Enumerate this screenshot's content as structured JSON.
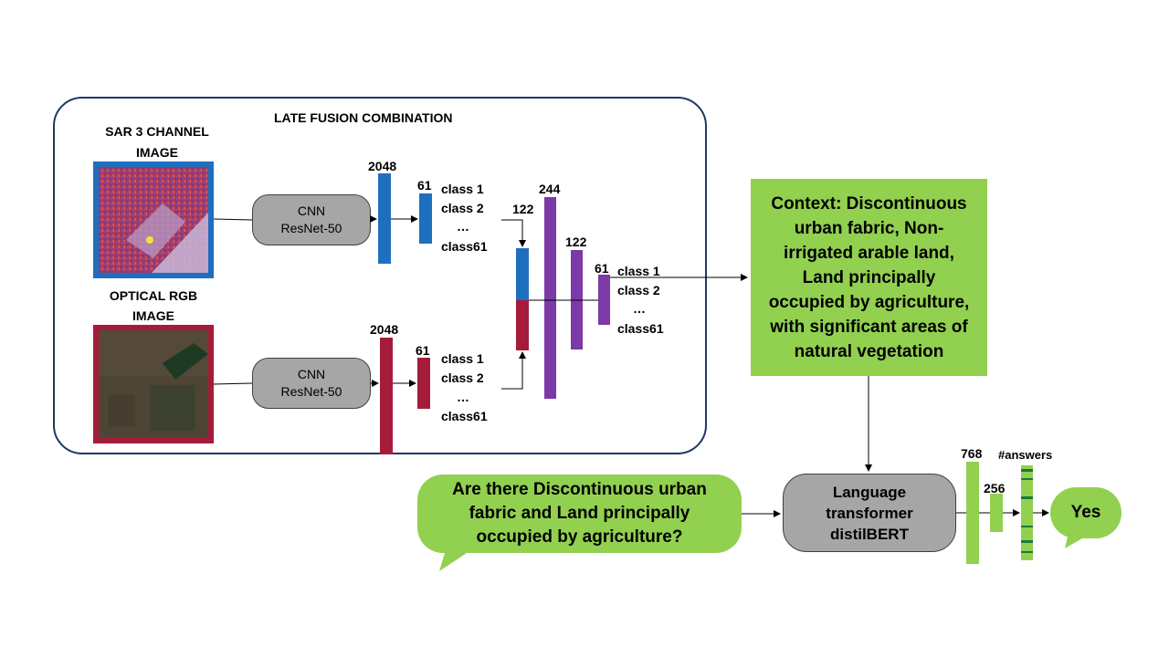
{
  "fusion": {
    "title": "LATE FUSION COMBINATION"
  },
  "sar": {
    "title_line1": "SAR 3 CHANNEL",
    "title_line2": "IMAGE"
  },
  "optical": {
    "title_line1": "OPTICAL  RGB",
    "title_line2": "IMAGE"
  },
  "cnn": {
    "line1": "CNN",
    "line2": "ResNet-50"
  },
  "dims": {
    "sar_2048": "2048",
    "sar_61": "61",
    "opt_2048": "2048",
    "opt_61": "61",
    "concat_122": "122",
    "fc_244": "244",
    "fc_122": "122",
    "fc_61": "61",
    "lang_768": "768",
    "lang_256": "256",
    "answers": "#answers"
  },
  "class_labels": {
    "c1": "class 1",
    "c2": "class 2",
    "dots": "…",
    "c61": "class61"
  },
  "context": {
    "text": "Context: Discontinuous urban fabric, Non-irrigated arable land, Land principally occupied by agriculture, with significant areas of natural vegetation"
  },
  "question": {
    "text": "Are there Discontinuous urban fabric and Land principally occupied by agriculture?"
  },
  "language": {
    "line1": "Language",
    "line2": "transformer",
    "line3": "distilBERT"
  },
  "answer": {
    "text": "Yes"
  },
  "colors": {
    "sar": "#1f6fbf",
    "optical": "#a51c3a",
    "fused": "#7b3aa8",
    "language": "#92d050",
    "frame": "#1f3864",
    "box": "#a6a6a6"
  }
}
